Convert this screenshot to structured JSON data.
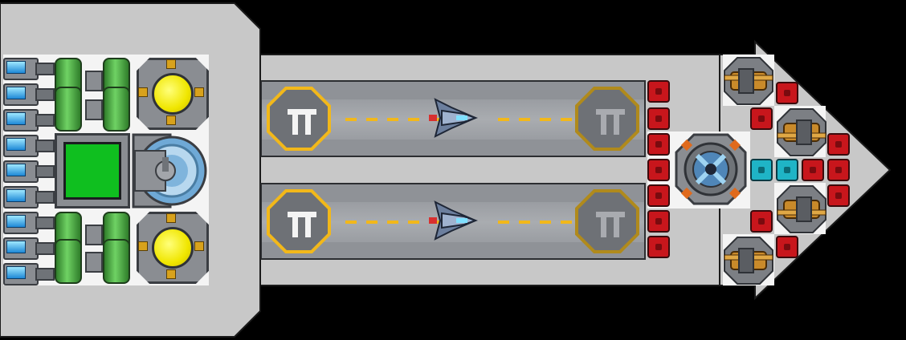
{
  "view": {
    "title": "",
    "background_color": "#000000"
  },
  "colors": {
    "hull": "#c8c8c8",
    "hull_dark": "#b4b4b4",
    "floor_tile": "#f4f4f4",
    "bay_floor": "#8f9297",
    "pad_ring_bright": "#f2b81a",
    "pad_ring_dim": "#b08a1c",
    "reactor_core": "#f0e600",
    "control_screen": "#0fbf1f",
    "ammo_red": "#c8161c",
    "ammo_cyan": "#1fb4c6",
    "turret_bronze": "#c98a2a"
  },
  "modules": {
    "thrusters": {
      "icon": "thruster-icon",
      "count": 9
    },
    "fuel_barrels": {
      "icon": "fuel-barrel-icon",
      "count": 4
    },
    "reactors": {
      "icon": "reactor-icon",
      "count": 2
    },
    "control_computer": {
      "icon": "control-screen-icon"
    },
    "shield_generator": {
      "icon": "shield-generator-icon"
    },
    "hangar_bays": [
      {
        "icon": "hangar-bay-icon",
        "pads": [
          "landing-pad-icon",
          "landing-pad-icon"
        ],
        "fighter": "fighter-ship-icon"
      },
      {
        "icon": "hangar-bay-icon",
        "pads": [
          "landing-pad-icon",
          "landing-pad-icon"
        ],
        "fighter": "fighter-ship-icon"
      }
    ],
    "ammo_boxes": {
      "icon": "ammo-box-icon",
      "count": 15
    },
    "turrets": {
      "icon": "cannon-turret-icon",
      "count": 4
    },
    "sensor_core": {
      "icon": "sensor-core-icon"
    }
  }
}
